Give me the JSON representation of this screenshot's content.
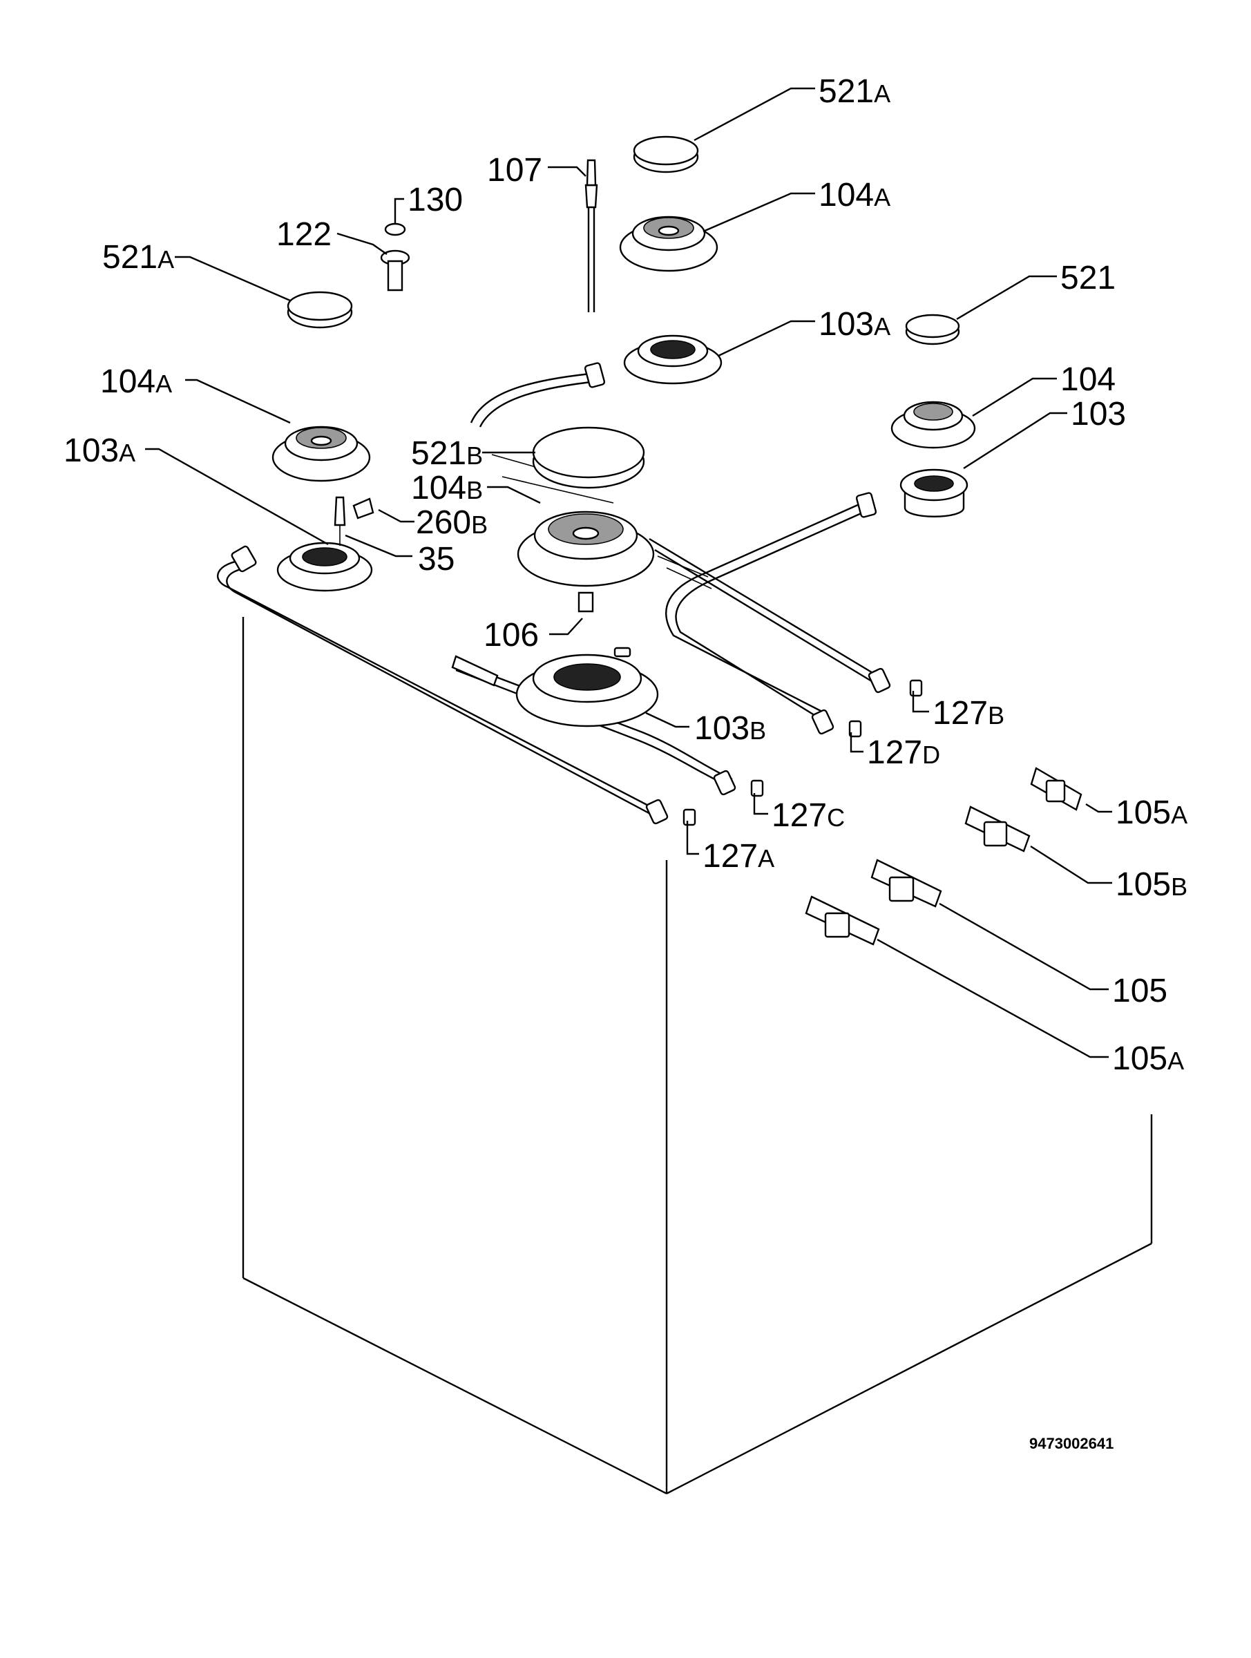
{
  "diagram": {
    "document_number": "9473002641",
    "callouts": [
      {
        "id": "c-521a-top",
        "number": "521",
        "suffix": "A"
      },
      {
        "id": "c-107",
        "number": "107",
        "suffix": ""
      },
      {
        "id": "c-104a-top",
        "number": "104",
        "suffix": "A"
      },
      {
        "id": "c-130",
        "number": "130",
        "suffix": ""
      },
      {
        "id": "c-122",
        "number": "122",
        "suffix": ""
      },
      {
        "id": "c-521a-left",
        "number": "521",
        "suffix": "A"
      },
      {
        "id": "c-521",
        "number": "521",
        "suffix": ""
      },
      {
        "id": "c-103a-top",
        "number": "103",
        "suffix": "A"
      },
      {
        "id": "c-104a-left",
        "number": "104",
        "suffix": "A"
      },
      {
        "id": "c-104",
        "number": "104",
        "suffix": ""
      },
      {
        "id": "c-103",
        "number": "103",
        "suffix": ""
      },
      {
        "id": "c-103a-left",
        "number": "103",
        "suffix": "A"
      },
      {
        "id": "c-521b",
        "number": "521",
        "suffix": "B"
      },
      {
        "id": "c-104b",
        "number": "104",
        "suffix": "B"
      },
      {
        "id": "c-260b",
        "number": "260",
        "suffix": "B"
      },
      {
        "id": "c-35",
        "number": "35",
        "suffix": ""
      },
      {
        "id": "c-106",
        "number": "106",
        "suffix": ""
      },
      {
        "id": "c-127b",
        "number": "127",
        "suffix": "B"
      },
      {
        "id": "c-103b",
        "number": "103",
        "suffix": "B"
      },
      {
        "id": "c-127d",
        "number": "127",
        "suffix": "D"
      },
      {
        "id": "c-105a-top",
        "number": "105",
        "suffix": "A"
      },
      {
        "id": "c-127c",
        "number": "127",
        "suffix": "C"
      },
      {
        "id": "c-127a",
        "number": "127",
        "suffix": "A"
      },
      {
        "id": "c-105b",
        "number": "105",
        "suffix": "B"
      },
      {
        "id": "c-105",
        "number": "105",
        "suffix": ""
      },
      {
        "id": "c-105a-bottom",
        "number": "105",
        "suffix": "A"
      }
    ]
  }
}
